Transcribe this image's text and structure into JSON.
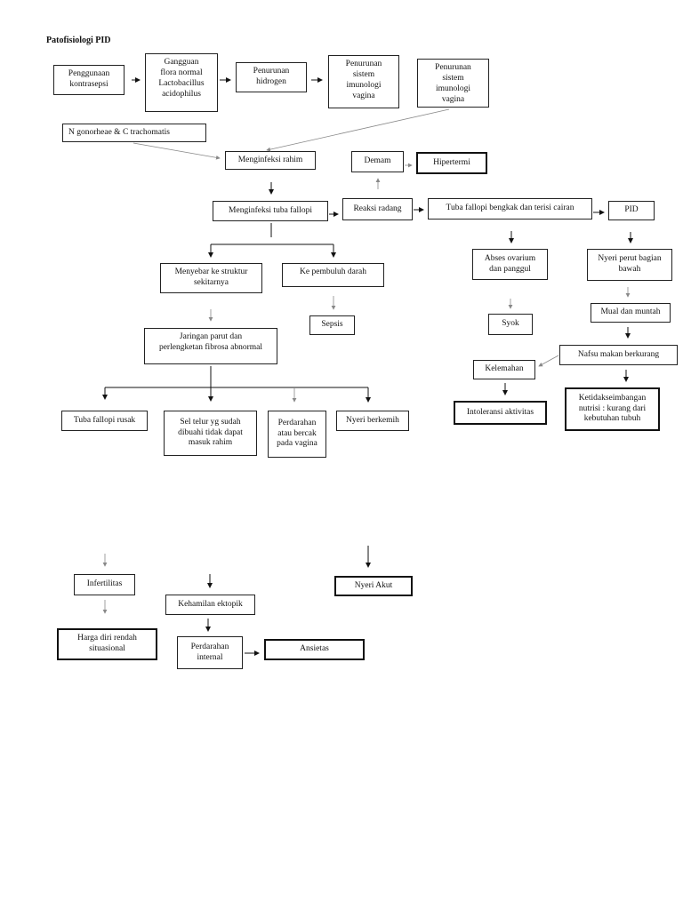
{
  "title": "Patofisiologi PID",
  "nodes": {
    "penggunaan": "Penggunaan\nkontrasepsi",
    "gangguan": "Gangguan\nflora normal\nLactobacillus\nacidophilus",
    "penurunan_hidrogen": "Penurunan\nhidrogen",
    "penurunan_sistem_1": "Penurunan\nsistem\nimunologi\nvagina",
    "penurunan_sistem_2": "Penurunan\nsistem\nimunologi\nvagina",
    "gonorheae": "N gonorheae & C trachomatis",
    "menginfeksi_rahim": "Menginfeksi rahim",
    "demam": "Demam",
    "hipertermi": "Hipertermi",
    "menginfeksi_tuba": "Menginfeksi tuba fallopi",
    "reaksi_radang": "Reaksi radang",
    "tuba_bengkak": "Tuba fallopi bengkak dan terisi cairan",
    "pid": "PID",
    "abses": "Abses ovarium\ndan panggul",
    "nyeri_perut": "Nyeri perut bagian\nbawah",
    "menyebar": "Menyebar ke struktur\nsekitarnya",
    "pembuluh": "Ke pembuluh darah",
    "sepsis": "Sepsis",
    "syok": "Syok",
    "mual": "Mual dan muntah",
    "nafsu": "Nafsu makan berkurang",
    "kelemahan": "Kelemahan",
    "jaringan": "Jaringan parut dan\nperlengketan fibrosa abnormal",
    "intoleransi": "Intoleransi aktivitas",
    "ketidak": "Ketidakseimbangan\nnutrisi : kurang dari\nkebutuhan tubuh",
    "tuba_rusak": "Tuba fallopi rusak",
    "sel_telur": "Sel telur yg sudah\ndibuahi tidak dapat\nmasuk rahim",
    "perdarahan_vagina": "Perdarahan\natau bercak\npada vagina",
    "nyeri_berkemih": "Nyeri berkemih",
    "infertilitas": "Infertilitas",
    "nyeri_akut": "Nyeri Akut",
    "kehamilan": "Kehamilan ektopik",
    "harga_diri": "Harga diri rendah\nsituasional",
    "perdarahan_internal": "Perdarahan\ninternal",
    "ansietas": "Ansietas"
  }
}
